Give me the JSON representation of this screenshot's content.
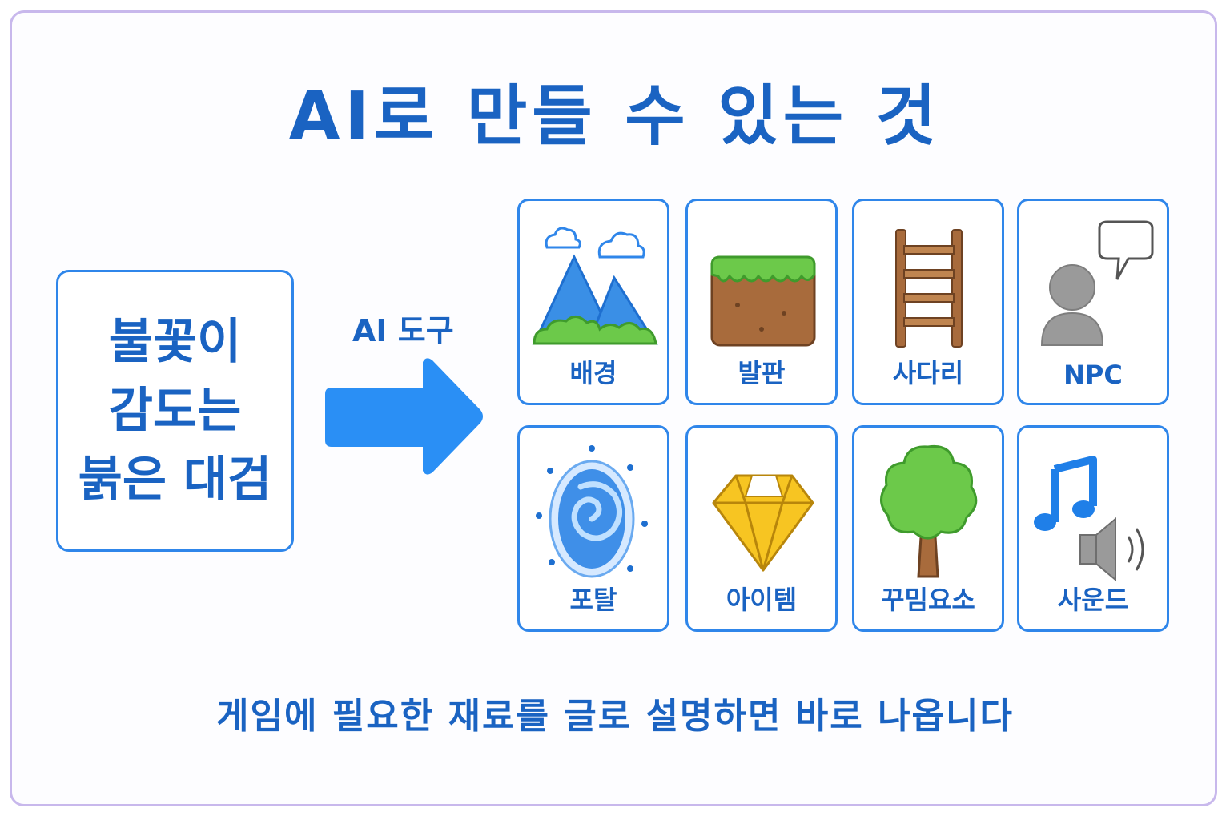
{
  "title": "AI로 만들 수 있는 것",
  "prompt": {
    "lines": [
      "불꽃이",
      "감도는",
      "붉은 대검"
    ]
  },
  "tool": {
    "label": "AI 도구"
  },
  "cards": [
    {
      "label": "배경",
      "icon": "landscape-icon"
    },
    {
      "label": "발판",
      "icon": "grass-block-icon"
    },
    {
      "label": "사다리",
      "icon": "ladder-icon"
    },
    {
      "label": "NPC",
      "icon": "person-speech-icon"
    },
    {
      "label": "포탈",
      "icon": "portal-icon"
    },
    {
      "label": "아이템",
      "icon": "gem-icon"
    },
    {
      "label": "꾸밈요소",
      "icon": "tree-icon"
    },
    {
      "label": "사운드",
      "icon": "music-speaker-icon"
    }
  ],
  "footer": "게임에 필요한 재료를 글로 설명하면 바로 나옵니다",
  "colors": {
    "primary_text": "#1a63c2",
    "border": "#2f86ea",
    "arrow": "#2a8ff5",
    "frame": "#c8b8ec"
  }
}
